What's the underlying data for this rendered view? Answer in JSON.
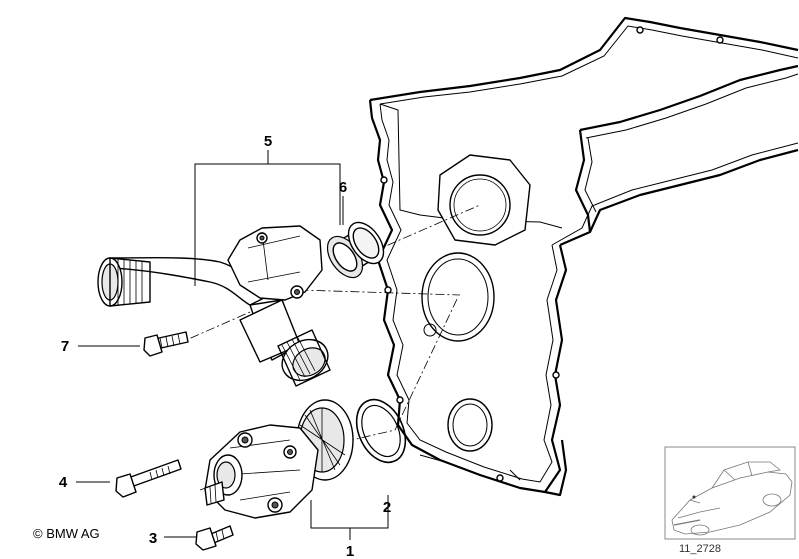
{
  "callouts": {
    "c1": "1",
    "c2": "2",
    "c3": "3",
    "c4": "4",
    "c5": "5",
    "c6": "6",
    "c7": "7"
  },
  "copyright": "© BMW AG",
  "reference_code": "11_2728"
}
